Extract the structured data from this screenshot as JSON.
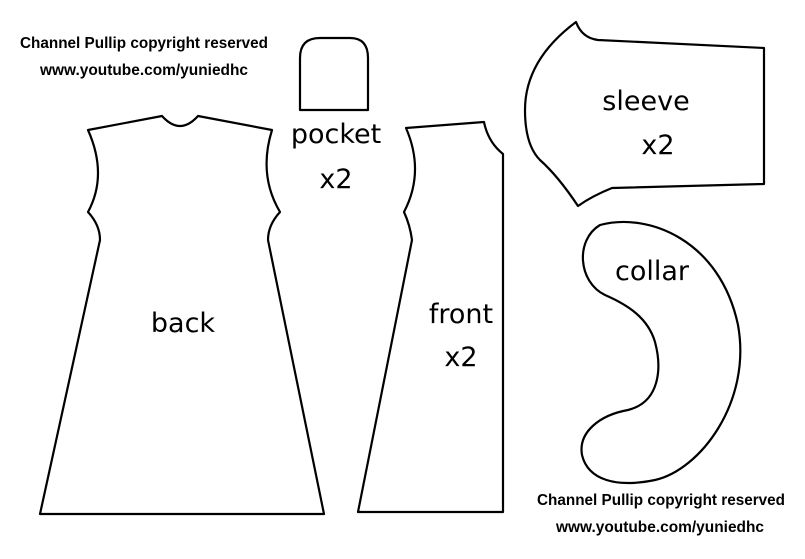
{
  "credits": {
    "top": {
      "line1": "Channel Pullip copyright reserved",
      "line2": "www.youtube.com/yuniedhc"
    },
    "bottom": {
      "line1": "Channel Pullip copyright reserved",
      "line2": "www.youtube.com/yuniedhc"
    }
  },
  "pieces": {
    "back": {
      "label": "back"
    },
    "pocket": {
      "label": "pocket",
      "count": "x2"
    },
    "front": {
      "label": "front",
      "count": "x2"
    },
    "sleeve": {
      "label": "sleeve",
      "count": "x2"
    },
    "collar": {
      "label": "collar"
    }
  },
  "colors": {
    "line": "#000000",
    "background": "#ffffff"
  }
}
